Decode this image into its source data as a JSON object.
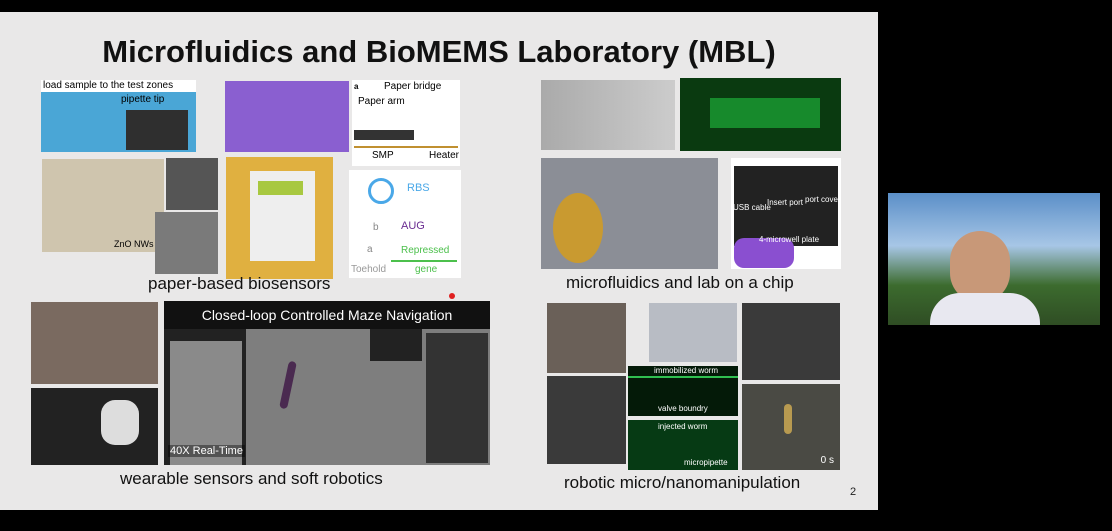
{
  "slide": {
    "title": "Microfluidics and BioMEMS Laboratory (MBL)",
    "page_number": "2",
    "sections": {
      "paper": {
        "caption": "paper-based biosensors",
        "labels": {
          "load": "load sample to the test zones",
          "pipette": "pipette tip",
          "zno": "ZnO NWs",
          "bridge": "Paper bridge",
          "arm": "Paper arm",
          "smp": "SMP",
          "heater": "Heater",
          "panel_a": "a",
          "rbs": "RBS",
          "aug": "AUG",
          "b": "b",
          "a": "a",
          "repressed": "Repressed",
          "gene": "gene",
          "toehold": "Toehold"
        }
      },
      "microfluidics": {
        "caption": "microfluidics and lab on a chip",
        "labels": {
          "usb": "USB cable",
          "insert": "Insert port",
          "cover": "port cover",
          "plate": "4-microwell plate"
        }
      },
      "wearable": {
        "caption": "wearable sensors and soft robotics",
        "video_title": "Closed-loop Controlled Maze Navigation",
        "speed": "40X Real-Time"
      },
      "robotic": {
        "caption": "robotic micro/nanomanipulation",
        "labels": {
          "immobilized": "immobilized worm",
          "valve": "valve boundry",
          "injected": "injected worm",
          "micropipette": "micropipette",
          "time": "0 s"
        }
      }
    }
  },
  "colors": {
    "slide_bg": "#e9e8e8",
    "rbs": "#4aa8e8",
    "aug": "#6a2c91",
    "repressed": "#4cc04c"
  }
}
